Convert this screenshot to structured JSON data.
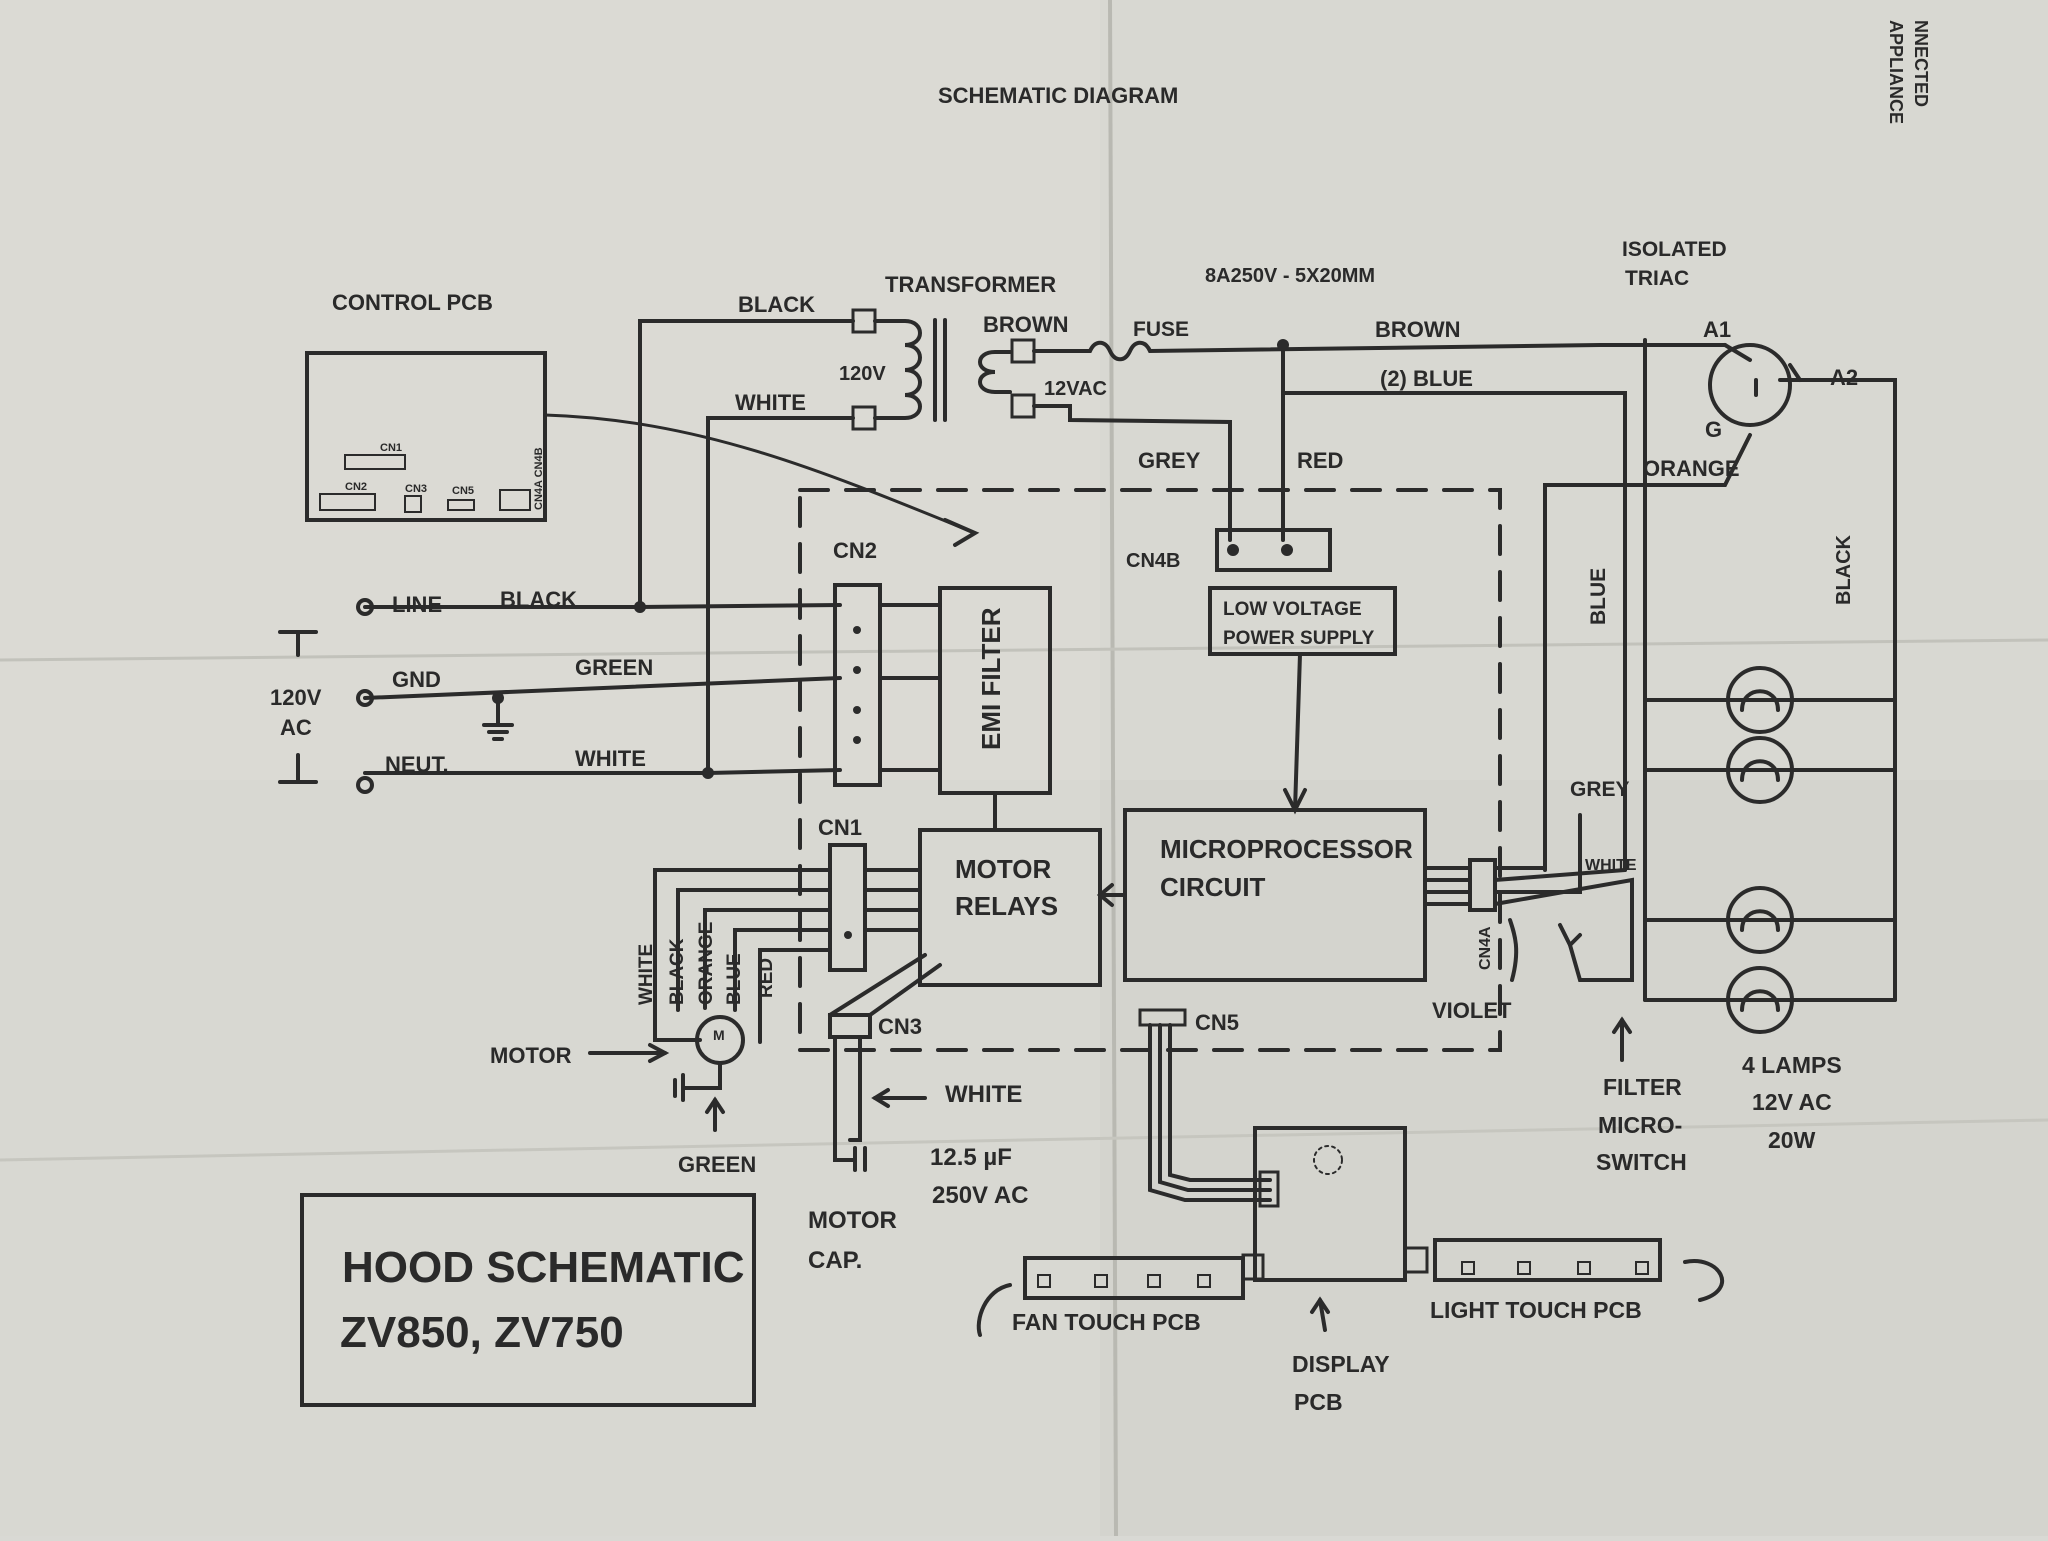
{
  "title": "SCHEMATIC DIAGRAM",
  "corner_fragment": [
    "NNECTED",
    "APPLIANCE"
  ],
  "labels": {
    "control_pcb": "CONTROL PCB",
    "transformer": "TRANSFORMER",
    "fuse_rating": "8A250V - 5X20MM",
    "fuse": "FUSE",
    "isolated": "ISOLATED",
    "triac": "TRIAC",
    "a1": "A1",
    "a2": "A2",
    "g": "G",
    "v120": "120V",
    "vac12": "12VAC",
    "black_top": "BLACK",
    "white_top": "WHITE",
    "brown_tr": "BROWN",
    "brown_bus": "BROWN",
    "blue2": "(2) BLUE",
    "grey_top": "GREY",
    "red_top": "RED",
    "orange_triac": "ORANGE",
    "cn4b": "CN4B",
    "lvps_1": "LOW VOLTAGE",
    "lvps_2": "POWER SUPPLY",
    "cn2": "CN2",
    "emi": "EMI FILTER",
    "line": "LINE",
    "black_line": "BLACK",
    "gnd": "GND",
    "green_gnd": "GREEN",
    "neut": "NEUT.",
    "white_neut": "WHITE",
    "ac_120": "120V",
    "ac": "AC",
    "cn1": "CN1",
    "motor_relays_1": "MOTOR",
    "motor_relays_2": "RELAYS",
    "mcu_1": "MICROPROCESSOR",
    "mcu_2": "CIRCUIT",
    "cn4a": "CN4A",
    "violet": "VIOLET",
    "grey_right": "GREY",
    "white_right": "WHITE",
    "blue_vert": "BLUE",
    "black_vert": "BLACK",
    "wire_white": "WHITE",
    "wire_black": "BLACK",
    "wire_orange": "ORANGE",
    "wire_blue": "BLUE",
    "wire_red": "RED",
    "motor": "MOTOR",
    "green_motor": "GREEN",
    "m": "M",
    "cn3": "CN3",
    "white_cap": "WHITE",
    "cap_value": "12.5 µF",
    "cap_voltage": "250V AC",
    "motor_cap_1": "MOTOR",
    "motor_cap_2": "CAP.",
    "cn5": "CN5",
    "fan_touch": "FAN TOUCH PCB",
    "light_touch": "LIGHT TOUCH PCB",
    "display_1": "DISPLAY",
    "display_2": "PCB",
    "filter_1": "FILTER",
    "filter_2": "MICRO-",
    "filter_3": "SWITCH",
    "lamps_1": "4 LAMPS",
    "lamps_2": "12V AC",
    "lamps_3": "20W",
    "pcb_cn1": "CN1",
    "pcb_cn2": "CN2",
    "pcb_cn3": "CN3",
    "pcb_cn5": "CN5",
    "pcb_cn4": "CN4A CN4B"
  },
  "title_box": {
    "line1": "HOOD SCHEMATIC",
    "line2": "ZV850, ZV750"
  }
}
